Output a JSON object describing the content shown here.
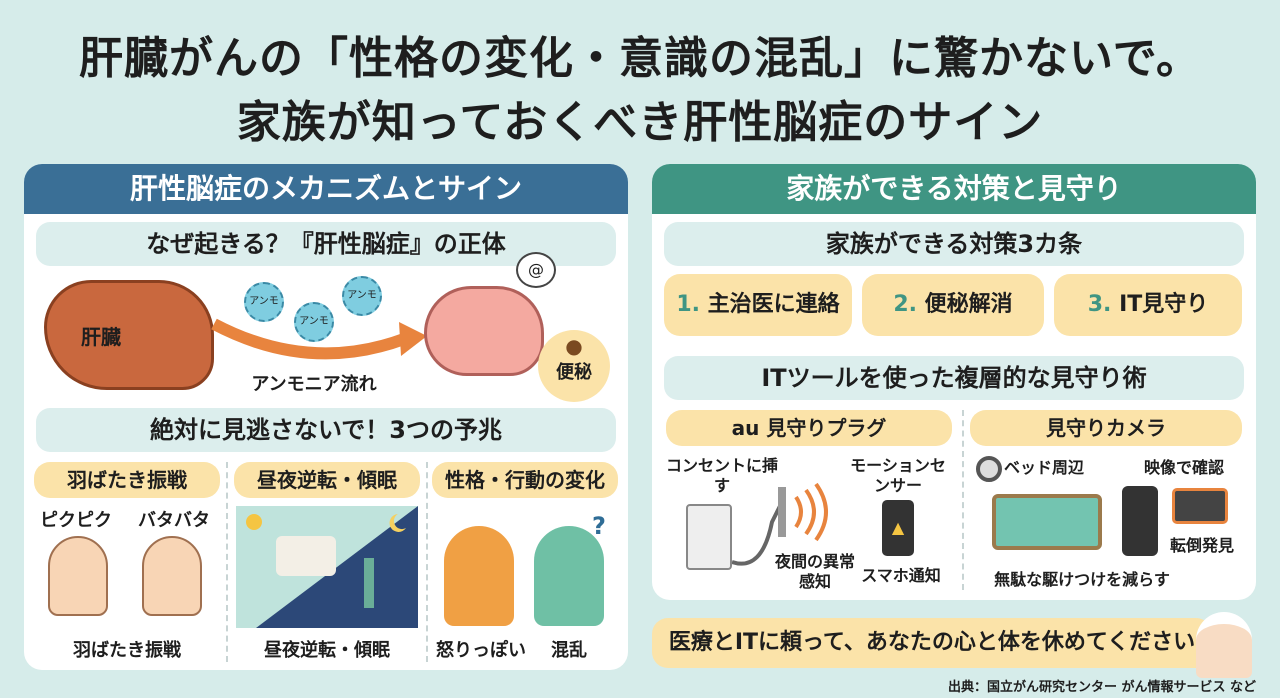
{
  "title": {
    "line1": "肝臓がんの「性格の変化・意識の混乱」に驚かないで。",
    "line2": "家族が知っておくべき肝性脳症のサイン"
  },
  "left": {
    "header": "肝性脳症のメカニズムとサイン",
    "why_title": "なぜ起きる？『肝性脳症』の正体",
    "liver_label": "肝臓",
    "ammonia_bubble": "アンモ",
    "ammonia_flow": "アンモニア流れ",
    "constipation": "便秘",
    "signs_title": "絶対に見逃さないで！3つの予兆",
    "signs": [
      {
        "title": "羽ばたき振戦",
        "sub1": "ピクピク",
        "sub2": "バタバタ",
        "caption": "羽ばたき振戦"
      },
      {
        "title": "昼夜逆転・傾眠",
        "caption": "昼夜逆転・傾眠"
      },
      {
        "title": "性格・行動の変化",
        "cap1": "怒りっぽい",
        "cap2": "混乱"
      }
    ]
  },
  "right": {
    "header": "家族ができる対策と見守り",
    "measures_title": "家族ができる対策3カ条",
    "measures": [
      {
        "num": "1.",
        "label": "主治医に連絡"
      },
      {
        "num": "2.",
        "label": "便秘解消"
      },
      {
        "num": "3.",
        "label": "IT見守り"
      }
    ],
    "it_title": "ITツールを使った複層的な見守り術",
    "plug": {
      "title": "au 見守りプラグ",
      "outlet": "コンセントに挿す",
      "motion": "モーションセンサー",
      "night": "夜間の異常感知",
      "phone": "スマホ通知"
    },
    "camera": {
      "title": "見守りカメラ",
      "bed": "ベッド周辺",
      "video": "映像で確認",
      "fall": "転倒発見",
      "reduce": "無駄な駆けつけを減らす"
    }
  },
  "footer": {
    "message": "医療とITに頼って、あなたの心と体を休めてください",
    "source": "出典：国立がん研究センター がん情報サービス など"
  },
  "colors": {
    "left_header": "#3a6f96",
    "right_header": "#3f9583",
    "accent_orange": "#e8843e",
    "pill_yellow": "#fbe3a9"
  }
}
